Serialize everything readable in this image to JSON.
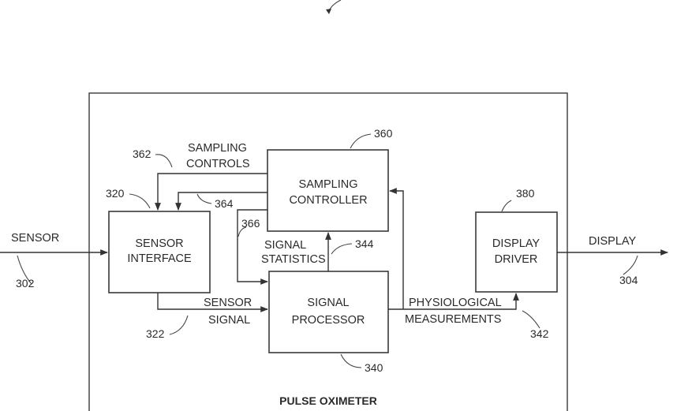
{
  "diagram": {
    "blocks": {
      "sensor_interface": [
        "SENSOR",
        "INTERFACE"
      ],
      "sampling_controller": [
        "SAMPLING",
        "CONTROLLER"
      ],
      "signal_processor": [
        "SIGNAL",
        "PROCESSOR"
      ],
      "display_driver": [
        "DISPLAY",
        "DRIVER"
      ]
    },
    "signals": {
      "sampling_controls": [
        "SAMPLING",
        "CONTROLS"
      ],
      "signal_statistics": [
        "SIGNAL",
        "STATISTICS"
      ],
      "sensor_signal": [
        "SENSOR",
        "SIGNAL"
      ],
      "physiological_measurements": [
        "PHYSIOLOGICAL",
        "MEASUREMENTS"
      ]
    },
    "io": {
      "input": "SENSOR",
      "output": "DISPLAY"
    },
    "container_label": "PULSE OXIMETER",
    "refs": {
      "sensor_input": "302",
      "display_output": "304",
      "sensor_interface": "320",
      "sensor_signal": "322",
      "signal_processor": "340",
      "physiological": "342",
      "signal_statistics": "344",
      "sampling_controller": "360",
      "sampling_controls": "362",
      "control_line": "364",
      "statistics_path": "366",
      "display_driver": "380"
    }
  }
}
